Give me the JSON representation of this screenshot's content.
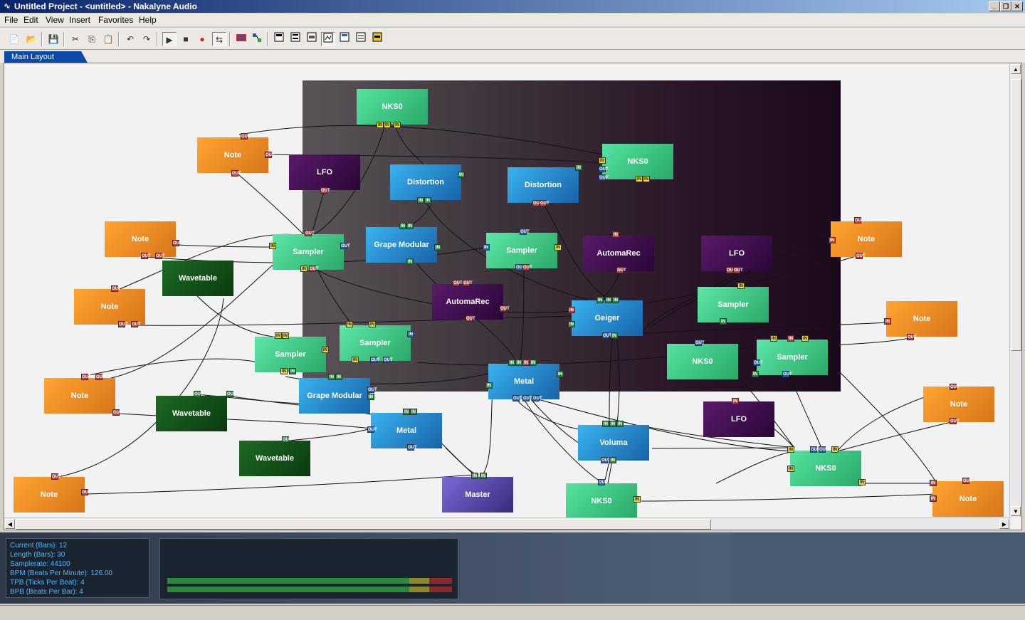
{
  "window": {
    "title": "Untitled Project - <untitled> - Nakalyne Audio",
    "minimize": "_",
    "restore": "❐",
    "close": "✕"
  },
  "menu": [
    "File",
    "Edit",
    "View",
    "Insert",
    "Favorites",
    "Help"
  ],
  "tabs": [
    {
      "label": "Main Layout"
    }
  ],
  "nodes": {
    "nks0_top": "NKS0",
    "note_a": "Note",
    "lfo_a": "LFO",
    "dist_a": "Distortion",
    "dist_b": "Distortion",
    "nks0_b": "NKS0",
    "note_b": "Note",
    "sampler_a": "Sampler",
    "grape_a": "Grape Modular",
    "sampler_b": "Sampler",
    "automarec_a": "AutomaRec",
    "lfo_b": "LFO",
    "note_r1": "Note",
    "wavetable_a": "Wavetable",
    "note_c": "Note",
    "automarec_b": "AutomaRec",
    "geiger": "Geiger",
    "sampler_c": "Sampler",
    "note_r2": "Note",
    "sampler_d": "Sampler",
    "sampler_e": "Sampler",
    "nks0_c": "NKS0",
    "sampler_f": "Sampler",
    "note_d": "Note",
    "wavetable_b": "Wavetable",
    "grape_b": "Grape Modular",
    "metal_a": "Metal",
    "lfo_c": "LFO",
    "note_r3": "Note",
    "metal_b": "Metal",
    "wavetable_c": "Wavetable",
    "voluma": "Voluma",
    "nks0_d": "NKS0",
    "note_e": "Note",
    "master": "Master",
    "nks0_e": "NKS0",
    "note_r4": "Note"
  },
  "ports": {
    "out": "OUT",
    "in": "IN"
  },
  "status": {
    "current": "Current (Bars): 12",
    "length": "Length (Bars): 30",
    "samplerate": "Samplerate: 44100",
    "bpm": "BPM (Beats Per Minute): 126.00",
    "tpb": "TPB (Ticks Per Beat): 4",
    "bpb": "BPB (Beats Per Bar): 4"
  },
  "icons": {
    "new": "📄",
    "open": "📂",
    "save": "💾",
    "cut": "✂",
    "copy": "⎘",
    "paste": "📋",
    "undo": "↶",
    "redo": "↷",
    "play": "▶",
    "stop": "■",
    "record": "●",
    "loop": "⇆",
    "arrow_up": "▲",
    "arrow_down": "▼",
    "arrow_left": "◀",
    "arrow_right": "▶"
  }
}
